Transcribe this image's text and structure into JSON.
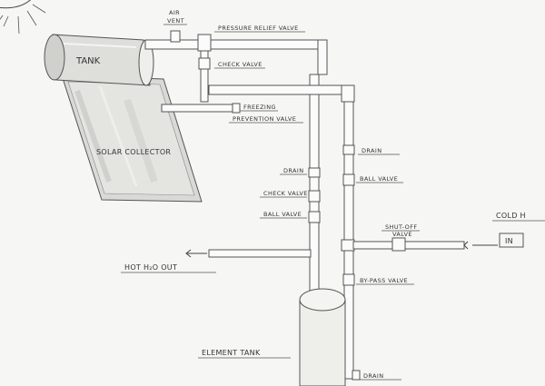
{
  "labels": {
    "air_vent_line1": "AIR",
    "air_vent_line2": "VENT",
    "pressure_relief_valve": "PRESSURE RELIEF VALVE",
    "tank": "TANK",
    "check_valve_top": "CHECK VALVE",
    "freeze_valve_line1": "FREEZING",
    "freeze_valve_line2": "PREVENTION VALVE",
    "solar_collector": "SOLAR COLLECTOR",
    "drain_right": "DRAIN",
    "drain_left": "DRAIN",
    "ball_valve_right": "BALL VALVE",
    "check_valve_left": "CHECK VALVE",
    "ball_valve_left": "BALL VALVE",
    "shut_off_valve_line1": "SHUT-OFF",
    "shut_off_valve_line2": "VALVE",
    "cold_in_label": "COLD H",
    "in_box": "IN",
    "hot_out": "HOT H₂O OUT",
    "bypass_valve": "BY-PASS VALVE",
    "element_tank": "ELEMENT TANK",
    "drain_bottom": "DRAIN"
  }
}
